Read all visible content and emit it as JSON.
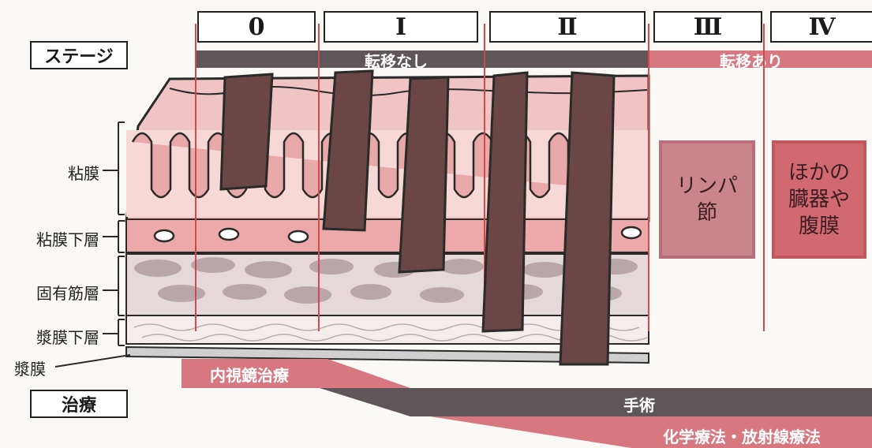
{
  "stage_label": "ステージ",
  "treatment_label": "治療",
  "stages": [
    "0",
    "Ⅰ",
    "Ⅱ",
    "Ⅲ",
    "Ⅳ"
  ],
  "metastasis": {
    "none": "転移なし",
    "present": "転移あり"
  },
  "layers": [
    "粘膜",
    "粘膜下層",
    "固有筋層",
    "漿膜下層",
    "漿膜"
  ],
  "spread_boxes": {
    "stage3": "リンパ\n節",
    "stage4": "ほかの\n臓器や\n腹膜"
  },
  "treatments": {
    "endoscopic": "内視鏡治療",
    "surgery": "手術",
    "chemo_radio": "化学療法・放射線療法"
  },
  "colors": {
    "band_gray": "#5e5658",
    "band_pink": "#d77880",
    "tumor": "#6a4646",
    "mucosa": "#e9a9a9",
    "muscle": "#b9a6a8",
    "vertical_line": "#d24a4a"
  }
}
